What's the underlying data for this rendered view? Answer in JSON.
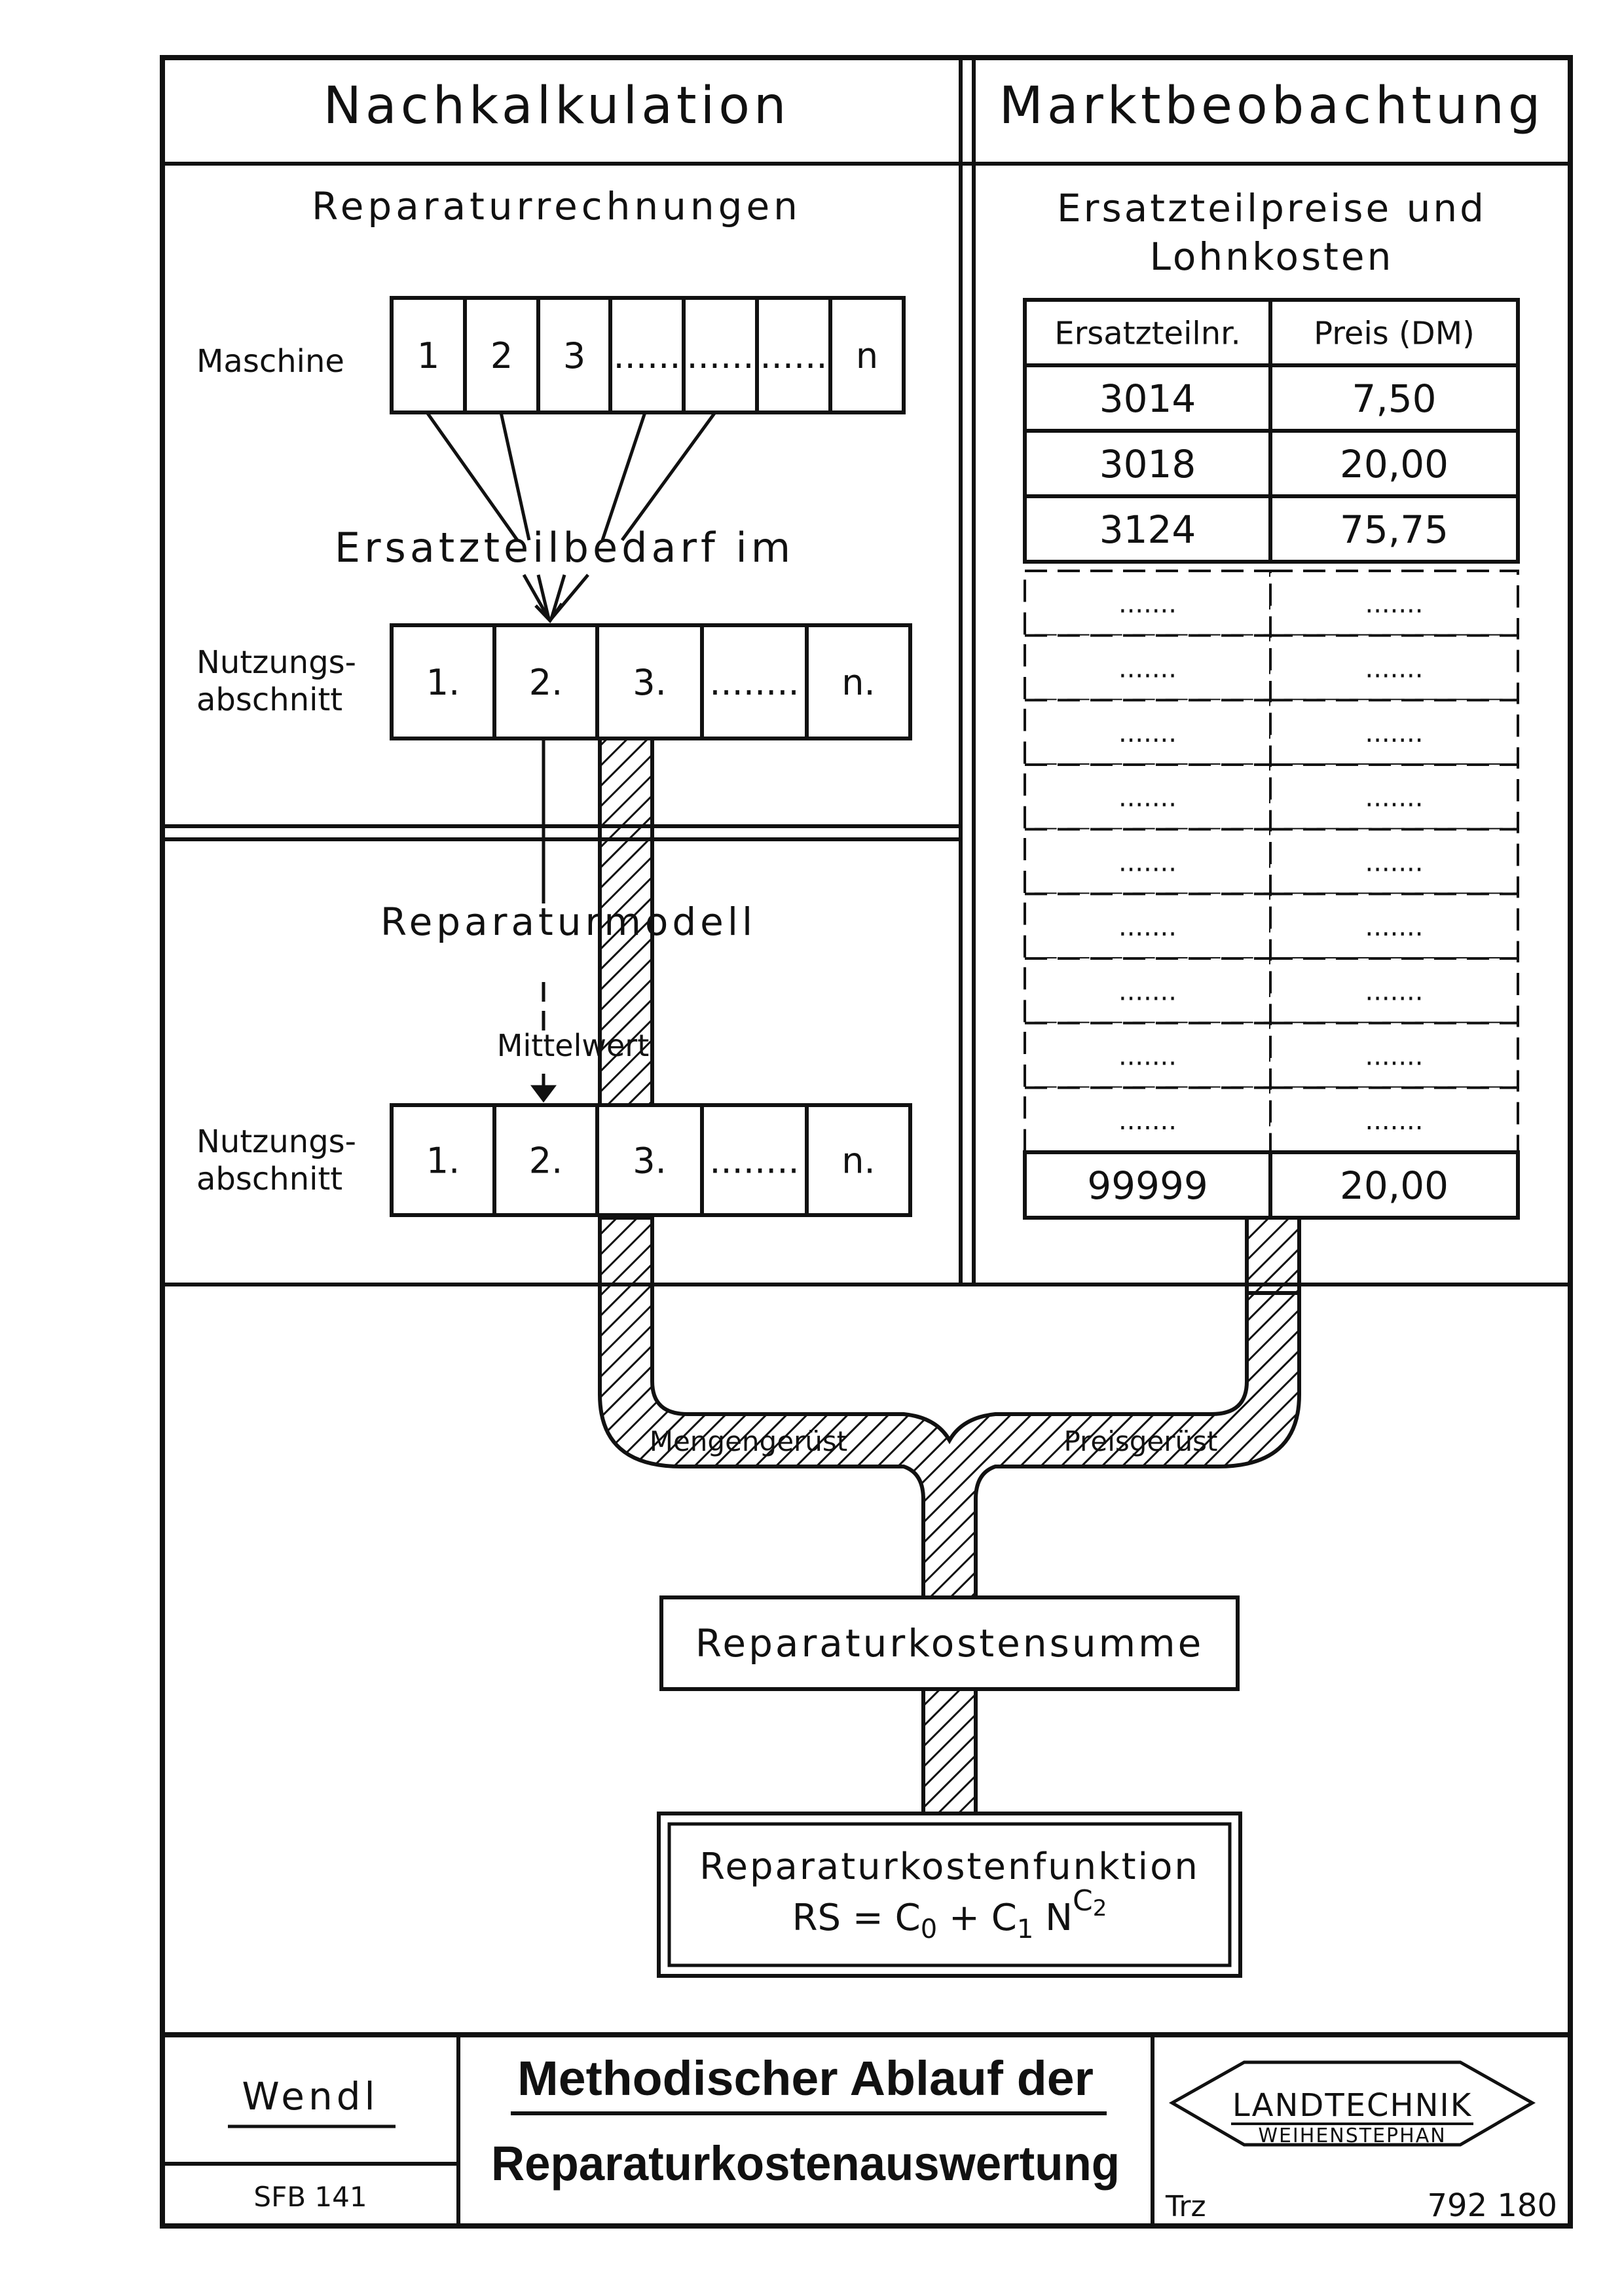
{
  "left_panel": {
    "title": "Nachkalkulation",
    "section1_title": "Reparaturrechnungen",
    "machine_label": "Maschine",
    "machine_cells": [
      "1",
      "2",
      "3",
      "......",
      "......",
      "......",
      "n"
    ],
    "flow_label": "Ersatzteilbedarf im",
    "usage_label_line1": "Nutzungs-",
    "usage_label_line2": "abschnitt",
    "usage_cells": [
      "1.",
      "2.",
      "3.",
      "........",
      "n."
    ],
    "section2_title": "Reparaturmodell",
    "mean_label": "Mittelwert",
    "usage2_label_line1": "Nutzungs-",
    "usage2_label_line2": "abschnitt",
    "usage2_cells": [
      "1.",
      "2.",
      "3.",
      "........",
      "n."
    ]
  },
  "right_panel": {
    "title": "Marktbeobachtung",
    "section_title_line1": "Ersatzteilpreise und",
    "section_title_line2": "Lohnkosten",
    "table_headers": [
      "Ersatzteilnr.",
      "Preis (DM)"
    ],
    "rows": [
      [
        "3014",
        "7,50"
      ],
      [
        "3018",
        "20,00"
      ],
      [
        "3124",
        "75,75"
      ]
    ],
    "placeholder_rows": [
      [
        ".......",
        "......."
      ],
      [
        ".......",
        "......."
      ],
      [
        ".......",
        "......."
      ],
      [
        ".......",
        "......."
      ],
      [
        ".......",
        "......."
      ],
      [
        ".......",
        "......."
      ],
      [
        ".......",
        "......."
      ],
      [
        ".......",
        "......."
      ],
      [
        ".......",
        "......."
      ]
    ],
    "last_row": [
      "99999",
      "20,00"
    ]
  },
  "flow": {
    "left_branch_label": "Mengengerüst",
    "right_branch_label": "Preisgerüst",
    "sum_box": "Reparaturkostensumme",
    "function_box_title": "Reparaturkostenfunktion",
    "formula": {
      "lhs": "RS = C",
      "sub0": "0",
      "plus": " + C",
      "sub1": "1",
      "n": " N",
      "sup_c": "C",
      "sup_sub": "2"
    }
  },
  "footer": {
    "author": "Wendl",
    "project": "SFB 141",
    "title_line1": "Methodischer Ablauf der",
    "title_line2": "Reparaturkostenauswertung",
    "logo_line1": "LANDTECHNIK",
    "logo_line2": "WEIHENSTEPHAN",
    "drawer": "Trz",
    "number": "792 180"
  }
}
